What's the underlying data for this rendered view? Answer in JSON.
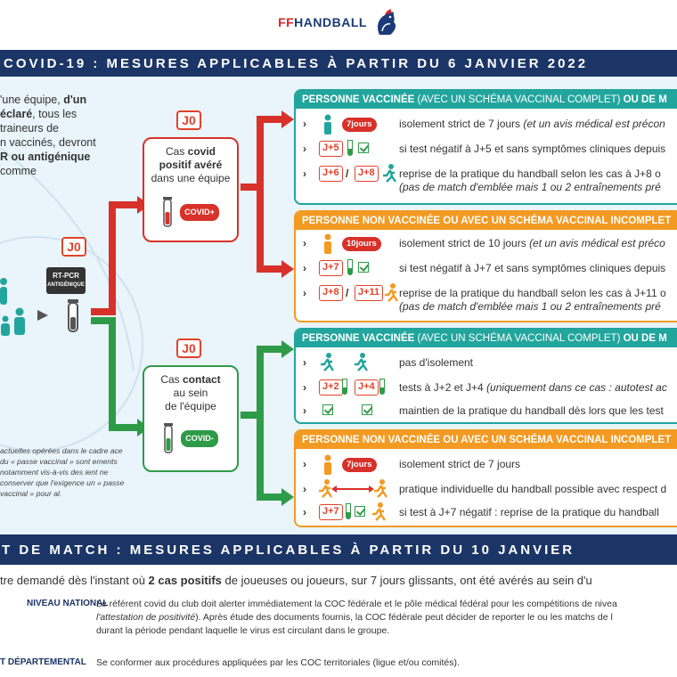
{
  "brand": {
    "ff": "FF",
    "handball": "HANDBALL"
  },
  "header1": "COVID-19 : MESURES APPLICABLES À PARTIR DU 6 JANVIER 2022",
  "left_intro": {
    "line1_a": "'une équipe, ",
    "line1_b": "d'un",
    "line2": "éclaré",
    "line2_b": ", tous les",
    "line3": "traineurs de",
    "line4": "n vaccinés, devront",
    "line5": "R ou antigénique",
    "line6": "comme"
  },
  "footnote": "actuelles opérées dans le cadre ace du « passe vaccinal » sont ements notamment vis-à-vis des ient ne conserver que l'exigence un « passe vaccinal » pour al.",
  "j0": "J0",
  "rtpcr": {
    "line1": "RT-PCR",
    "line2": "ANTIGÉNIQUE"
  },
  "case_positive": {
    "line1": "Cas",
    "line1_bold": "covid",
    "line2": "positif avéré",
    "line3": "dans une équipe",
    "pill": "COVID+"
  },
  "case_contact": {
    "line1": "Cas",
    "line1_bold": "contact",
    "line2": "au sein",
    "line3": "de l'équipe",
    "pill": "COVID-"
  },
  "panel1": {
    "title_a": "PERSONNE VACCINÉE",
    "title_b": " (AVEC UN SCHÉMA VACCINAL COMPLET) ",
    "title_c": "OU DE M",
    "r1_pill": "7jours",
    "r1_text": "isolement strict de 7 jours ",
    "r1_ital": "(et un avis médical est précon",
    "r2_j": "J+5",
    "r2_text": "si test négatif à J+5 et sans symptômes cliniques depuis",
    "r3_j1": "J+6",
    "r3_j2": "J+8",
    "r3_text": "reprise de la pratique du handball selon les cas à J+8 o",
    "r3_ital": "(pas de match d'emblée mais 1 ou 2 entraînements pré"
  },
  "panel2": {
    "title": "PERSONNE NON VACCINÉE OU AVEC UN SCHÉMA VACCINAL INCOMPLET",
    "r1_pill": "10jours",
    "r1_text": "isolement strict de 10 jours ",
    "r1_ital": "(et un avis médical est préco",
    "r2_j": "J+7",
    "r2_text": "si test négatif à J+7 et sans symptômes cliniques depuis",
    "r3_j1": "J+8",
    "r3_j2": "J+11",
    "r3_text": "reprise de la pratique du handball selon les cas à J+11 o",
    "r3_ital": "(pas de match d'emblée mais 1 ou 2 entraînements pré"
  },
  "panel3": {
    "title_a": "PERSONNE VACCINÉE",
    "title_b": " (AVEC UN SCHÉMA VACCINAL COMPLET) ",
    "title_c": "OU DE M",
    "r1_text": "pas d'isolement",
    "r2_j1": "J+2",
    "r2_j2": "J+4",
    "r2_text": "tests à J+2 et J+4 ",
    "r2_ital": "(uniquement dans ce cas : autotest ac",
    "r3_text": "maintien de la pratique du handball dès lors que les test"
  },
  "panel4": {
    "title": "PERSONNE NON VACCINÉE OU AVEC UN SCHÉMA VACCINAL INCOMPLET",
    "r1_pill": "7jours",
    "r1_text": "isolement strict de 7 jours",
    "r2_text": "pratique individuelle du handball possible avec respect d",
    "r3_j": "J+7",
    "r3_text": "si test à J+7 négatif : reprise de la pratique du handball"
  },
  "header2": "T DE MATCH : MESURES APPLICABLES À PARTIR DU 10 JANVIER",
  "low_line": {
    "a": "tre demandé dès l'instant où ",
    "b": "2 cas positifs",
    "c": " de joueuses ou joueurs, sur 7 jours glissants, ont été avérés au sein d'u"
  },
  "national": {
    "label": "NIVEAU NATIONAL",
    "l1": "Le référent covid du club doit alerter immédiatement la COC fédérale et le pôle médical fédéral pour les compétitions de nivea",
    "l2": "l'attestation de positivité",
    "l2_b": "). Après étude des documents fournis, la COC fédérale peut décider de reporter le ou les matchs de l",
    "l3": "durant la période pendant laquelle le virus est circulant dans le groupe."
  },
  "departemental": {
    "label": "T DÉPARTEMENTAL",
    "text": "Se conformer aux procédures appliquées par les COC territoriales (ligue et/ou comités)."
  },
  "colors": {
    "navy": "#1c3567",
    "red": "#d8312a",
    "green": "#2e9b48",
    "teal": "#22a59d",
    "orange": "#f29a22"
  }
}
